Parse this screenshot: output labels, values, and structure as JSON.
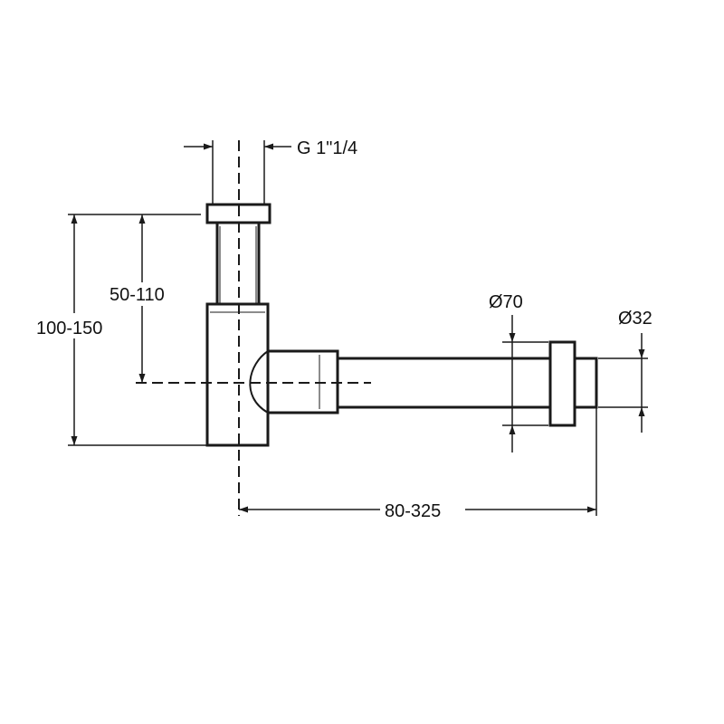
{
  "drawing": {
    "colors": {
      "line": "#1a1a1a",
      "background": "#ffffff"
    },
    "dimensions": {
      "thread": "G 1\"1/4",
      "total_height": "100-150",
      "outlet_height": "50-110",
      "body_diameter": "Ø70",
      "outlet_diameter": "Ø32",
      "wall_distance": "80-325"
    }
  }
}
